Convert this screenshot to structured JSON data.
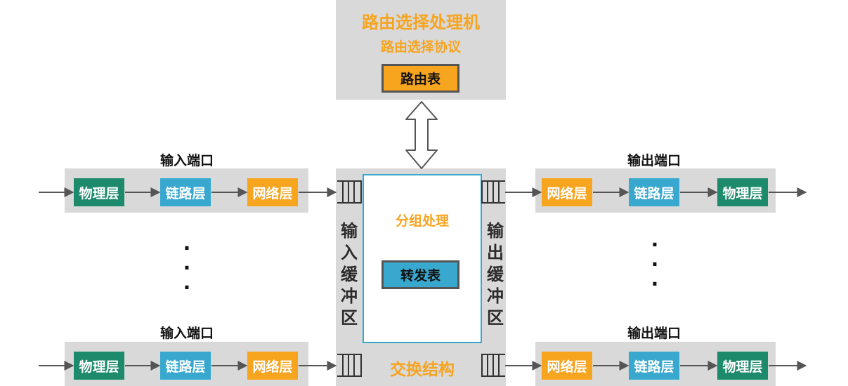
{
  "routing_processor": {
    "title": "路由选择处理机",
    "subtitle": "路由选择协议",
    "table_label": "路由表"
  },
  "input_ports": [
    {
      "title": "输入端口",
      "layers": [
        "物理层",
        "链路层",
        "网络层"
      ]
    },
    {
      "title": "输入端口",
      "layers": [
        "物理层",
        "链路层",
        "网络层"
      ]
    }
  ],
  "output_ports": [
    {
      "title": "输出端口",
      "layers": [
        "网络层",
        "链路层",
        "物理层"
      ]
    },
    {
      "title": "输出端口",
      "layers": [
        "网络层",
        "链路层",
        "物理层"
      ]
    }
  ],
  "switch_fabric": {
    "label": "交换结构",
    "processing_label": "分组处理",
    "forwarding_table_label": "转发表",
    "input_buffer_label": "输入缓冲区",
    "output_buffer_label": "输出缓冲区"
  },
  "ellipsis": [
    "·",
    "·",
    "·"
  ],
  "colors": {
    "physical_layer": "#1e8a6c",
    "link_layer": "#38a8cf",
    "network_layer": "#f7a41f",
    "panel_gray": "#d9d9d9",
    "fabric_border": "#38a8cf",
    "highlight_orange": "#f7a41f"
  }
}
